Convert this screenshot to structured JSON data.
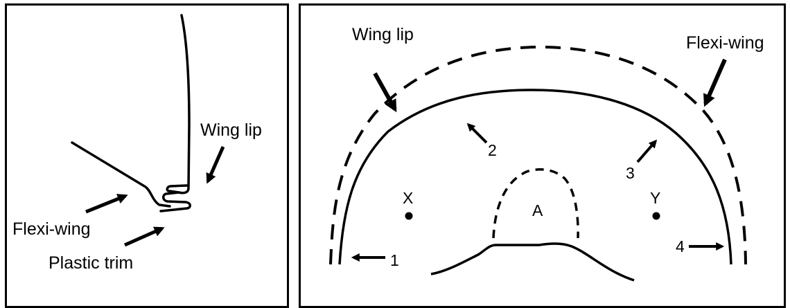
{
  "left_panel": {
    "labels": {
      "wing_lip": "Wing lip",
      "flexi_wing": "Flexi-wing",
      "plastic_trim": "Plastic trim"
    }
  },
  "right_panel": {
    "labels": {
      "wing_lip": "Wing lip",
      "flexi_wing": "Flexi-wing",
      "x": "X",
      "y": "Y",
      "a": "A"
    },
    "arrow_numbers": [
      "1",
      "2",
      "3",
      "4"
    ]
  }
}
